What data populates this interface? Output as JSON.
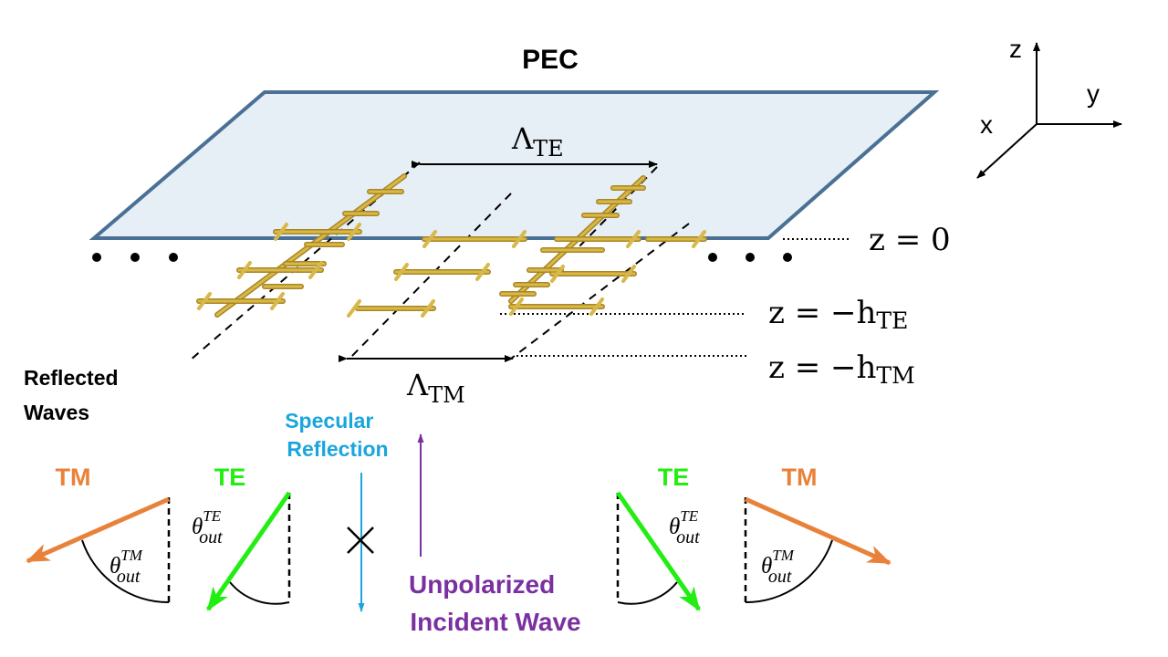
{
  "title": "PEC",
  "axes": {
    "z": "z",
    "y": "y",
    "x": "x"
  },
  "period_te": {
    "main": "Λ",
    "sub": "TE"
  },
  "period_tm": {
    "main": "Λ",
    "sub": "TM"
  },
  "planes": {
    "z0": "z = 0",
    "hte_prefix": "z = −h",
    "hte_sub": "TE",
    "htm_prefix": "z = −h",
    "htm_sub": "TM"
  },
  "reflected_waves": {
    "line1": "Reflected",
    "line2": "Waves"
  },
  "specular": {
    "line1": "Specular",
    "line2": "Reflection"
  },
  "incident": {
    "line1": "Unpolarized",
    "line2": "Incident Wave"
  },
  "beam_labels": {
    "tm_left": "TM",
    "te_left": "TE",
    "te_right": "TE",
    "tm_right": "TM"
  },
  "angles": {
    "theta": "θ",
    "sub": "out",
    "sup_te": "TE",
    "sup_tm": "TM"
  },
  "colors": {
    "plane_fill": "#e6eef6",
    "plane_stroke": "#4a7195",
    "gold": "#d9b84a",
    "gold_dark": "#a88623",
    "tm_orange": "#e8823a",
    "te_green": "#22ee11",
    "specular_blue": "#1aa6dc",
    "incident_purple": "#7a30a0"
  }
}
